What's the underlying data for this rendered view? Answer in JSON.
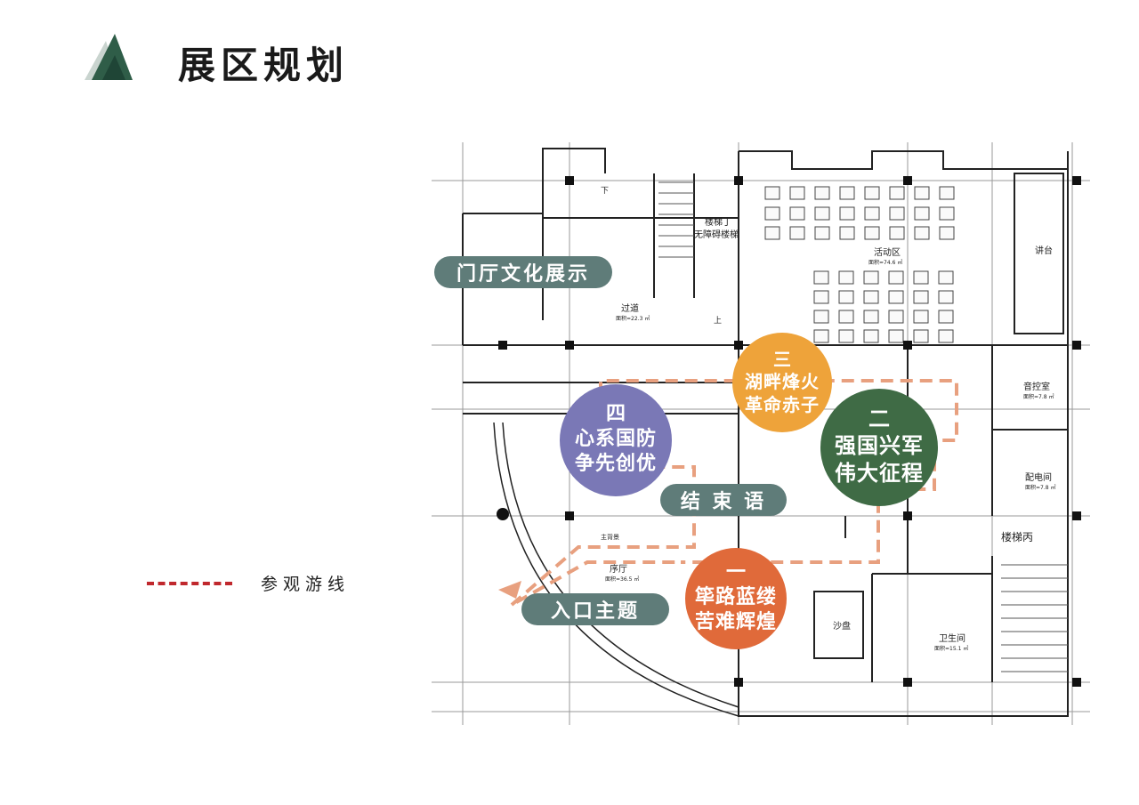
{
  "header": {
    "title": "展区规划"
  },
  "legend": {
    "label": "参观游线",
    "line_color": "#c0282d"
  },
  "colors": {
    "pill": "#5f7c79",
    "zone_1": "#e06a3a",
    "zone_2": "#3f6b45",
    "zone_3": "#eea33a",
    "zone_4": "#7a78b6",
    "route": "#e8a07f"
  },
  "zone_labels": {
    "lobby": "门厅文化展示",
    "entrance": "入口主题",
    "ending": "结 束 语"
  },
  "zones": [
    {
      "num": "一",
      "line1": "筚路蓝缕",
      "line2": "苦难辉煌"
    },
    {
      "num": "二",
      "line1": "强国兴军",
      "line2": "伟大征程"
    },
    {
      "num": "三",
      "line1": "湖畔烽火",
      "line2": "革命赤子"
    },
    {
      "num": "四",
      "line1": "心系国防",
      "line2": "争先创优"
    }
  ],
  "plan_labels": {
    "stair_d": "楼梯丁",
    "barrier_free": "无障碍楼梯",
    "activity": "活动区",
    "activity_area": "面积=74.6 ㎡",
    "podium": "讲台",
    "corridor": "过道",
    "corridor_area": "面积=22.3 ㎡",
    "sound_room": "音控室",
    "sound_area": "面积=7.8 ㎡",
    "power_room": "配电间",
    "power_area": "面积=7.8 ㎡",
    "stair_b": "楼梯丙",
    "hall": "序厅",
    "hall_area": "面积=36.5 ㎡",
    "sand_table": "沙盘",
    "toilet": "卫生间",
    "toilet_area": "面积=15.1 ㎡",
    "main_wall": "主背景",
    "down": "下",
    "up": "上"
  }
}
